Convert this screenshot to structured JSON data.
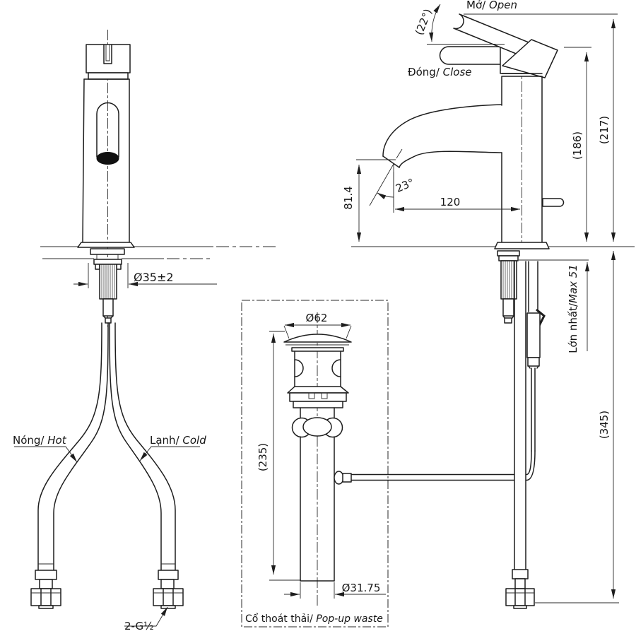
{
  "title": "Faucet technical drawing",
  "labels": {
    "open": {
      "vi": "Mở/",
      "en": " Open"
    },
    "close": {
      "vi": "Đóng/",
      "en": " Close"
    },
    "hot": {
      "vi": "Nóng/",
      "en": " Hot"
    },
    "cold": {
      "vi": "Lạnh/",
      "en": " Cold"
    },
    "popup_waste": {
      "vi": "Cổ thoát thải/",
      "en": " Pop-up waste"
    },
    "max_deck": {
      "vi": "Lớn nhất/",
      "en": "Max 51"
    }
  },
  "dimensions": {
    "open_angle": "(22°)",
    "total_height": "(217)",
    "body_height": "(186)",
    "spout_height": "81.4",
    "spray_angle": "23°",
    "spout_reach": "120",
    "hole_diameter": "Ø35±2",
    "below_counter": "(345)",
    "cap_diameter": "Ø62",
    "waste_length": "(235)",
    "waste_diameter": "Ø31.75",
    "supply_thread": "2-G½"
  },
  "colors": {
    "line": "#1d1d1d",
    "background": "#ffffff"
  }
}
